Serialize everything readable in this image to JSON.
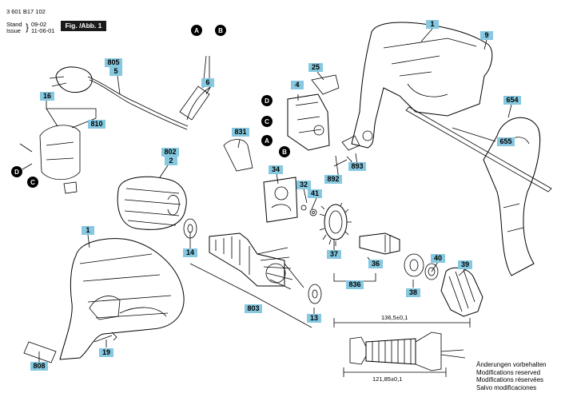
{
  "header": {
    "drawing_number": "3 601 B17 102",
    "stand_label": "Stand",
    "issue_label": "Issue",
    "stand_value": "09-02",
    "issue_value": "11-06-01",
    "figure_label": "Fig. /Abb. 1"
  },
  "part_labels": {
    "p1_top": "1",
    "p9": "9",
    "p654": "654",
    "p655": "655",
    "p805": "805",
    "p5": "5",
    "p6": "6",
    "p25": "25",
    "p4": "4",
    "p16": "16",
    "p810": "810",
    "p831": "831",
    "p892": "892",
    "p893": "893",
    "p802": "802",
    "p2": "2",
    "p34": "34",
    "p32": "32",
    "p41": "41",
    "p1_bottom": "1",
    "p14": "14",
    "p37": "37",
    "p36": "36",
    "p40": "40",
    "p39": "39",
    "p836": "836",
    "p38": "38",
    "p803": "803",
    "p13": "13",
    "p19": "19",
    "p808": "808"
  },
  "markers": {
    "a": "A",
    "b": "B",
    "c": "C",
    "d": "D"
  },
  "dimensions": {
    "top": "136,5±0,1",
    "bottom": "121,85±0,1"
  },
  "notes": [
    "Änderungen vorbehalten",
    "Modifications reserved",
    "Modifications réservées",
    "Salvo modificaciones"
  ]
}
